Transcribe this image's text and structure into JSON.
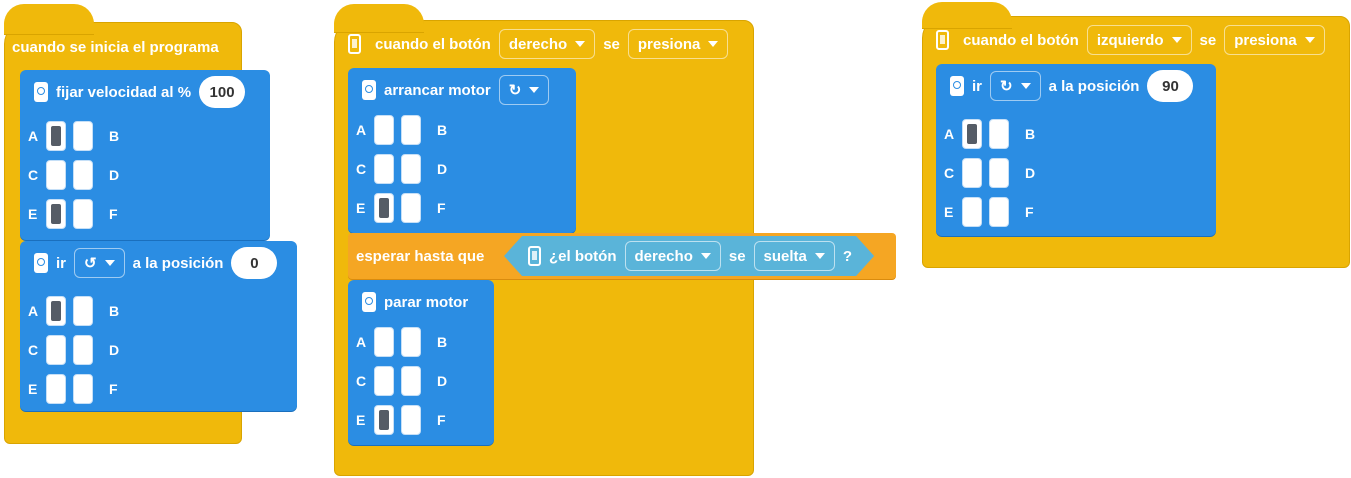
{
  "stack1": {
    "hat_label": "cuando se inicia el programa",
    "speed": {
      "label": "fijar velocidad al %",
      "value": "100",
      "rows": [
        {
          "l": "A",
          "r": "B",
          "left_on": true,
          "right_on": false
        },
        {
          "l": "C",
          "r": "D",
          "left_on": false,
          "right_on": false
        },
        {
          "l": "E",
          "r": "F",
          "left_on": true,
          "right_on": false
        }
      ]
    },
    "goto": {
      "ir": "ir",
      "dir_icon": "↺",
      "pos_label": "a la posición",
      "value": "0",
      "rows": [
        {
          "l": "A",
          "r": "B",
          "left_on": true,
          "right_on": false
        },
        {
          "l": "C",
          "r": "D",
          "left_on": false,
          "right_on": false
        },
        {
          "l": "E",
          "r": "F",
          "left_on": false,
          "right_on": false
        }
      ]
    }
  },
  "stack2": {
    "hat": {
      "pre": "cuando el botón",
      "button": "derecho",
      "se": "se",
      "action": "presiona"
    },
    "start": {
      "label": "arrancar motor",
      "dir_icon": "↻",
      "rows": [
        {
          "l": "A",
          "r": "B",
          "left_on": false,
          "right_on": false
        },
        {
          "l": "C",
          "r": "D",
          "left_on": false,
          "right_on": false
        },
        {
          "l": "E",
          "r": "F",
          "left_on": true,
          "right_on": false
        }
      ]
    },
    "wait": {
      "label": "esperar hasta que",
      "cond_pre": "¿el botón",
      "button": "derecho",
      "se": "se",
      "action": "suelta",
      "q": "?"
    },
    "stop": {
      "label": "parar motor",
      "rows": [
        {
          "l": "A",
          "r": "B",
          "left_on": false,
          "right_on": false
        },
        {
          "l": "C",
          "r": "D",
          "left_on": false,
          "right_on": false
        },
        {
          "l": "E",
          "r": "F",
          "left_on": true,
          "right_on": false
        }
      ]
    }
  },
  "stack3": {
    "hat": {
      "pre": "cuando el botón",
      "button": "izquierdo",
      "se": "se",
      "action": "presiona"
    },
    "goto": {
      "ir": "ir",
      "dir_icon": "↻",
      "pos_label": "a la posición",
      "value": "90",
      "rows": [
        {
          "l": "A",
          "r": "B",
          "left_on": true,
          "right_on": false
        },
        {
          "l": "C",
          "r": "D",
          "left_on": false,
          "right_on": false
        },
        {
          "l": "E",
          "r": "F",
          "left_on": false,
          "right_on": false
        }
      ]
    }
  },
  "colors": {
    "event": "#f0b90b",
    "motor": "#2b8de3",
    "control": "#f5a623",
    "sensor": "#5ab4d9",
    "port_on": "#555c66"
  }
}
